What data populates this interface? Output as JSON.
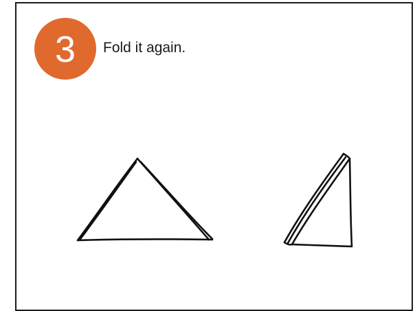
{
  "step": {
    "number": "3",
    "badge_color": "#e0692e",
    "instruction": "Fold it again."
  },
  "illustrations": [
    {
      "name": "folded-triangle",
      "icon": "triangle-fold-icon"
    },
    {
      "name": "folded-again-triangle",
      "icon": "narrow-triangle-fold-icon"
    }
  ]
}
